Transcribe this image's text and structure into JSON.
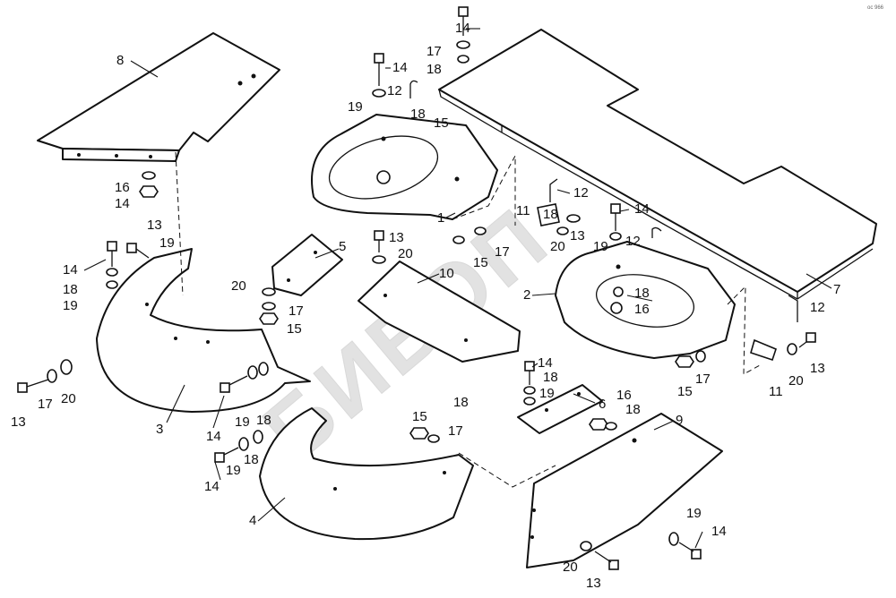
{
  "watermark": "БИВОП",
  "corner_mark": "ос 966",
  "callouts": [
    {
      "id": "c1",
      "text": "1"
    },
    {
      "id": "c2",
      "text": "2"
    },
    {
      "id": "c3",
      "text": "3"
    },
    {
      "id": "c4",
      "text": "4"
    },
    {
      "id": "c5",
      "text": "5"
    },
    {
      "id": "c6",
      "text": "6"
    },
    {
      "id": "c7",
      "text": "7"
    },
    {
      "id": "c8",
      "text": "8"
    },
    {
      "id": "c9",
      "text": "9"
    },
    {
      "id": "c10",
      "text": "10"
    },
    {
      "id": "c11a",
      "text": "11"
    },
    {
      "id": "c11b",
      "text": "11"
    },
    {
      "id": "c12a",
      "text": "12"
    },
    {
      "id": "c12b",
      "text": "12"
    },
    {
      "id": "c12c",
      "text": "12"
    },
    {
      "id": "c12d",
      "text": "12"
    },
    {
      "id": "c13a",
      "text": "13"
    },
    {
      "id": "c13b",
      "text": "13"
    },
    {
      "id": "c13c",
      "text": "13"
    },
    {
      "id": "c13d",
      "text": "13"
    },
    {
      "id": "c13e",
      "text": "13"
    },
    {
      "id": "c13f",
      "text": "13"
    },
    {
      "id": "c14a",
      "text": "14"
    },
    {
      "id": "c14b",
      "text": "14"
    },
    {
      "id": "c14c",
      "text": "14"
    },
    {
      "id": "c14d",
      "text": "14"
    },
    {
      "id": "c14e",
      "text": "14"
    },
    {
      "id": "c14f",
      "text": "14"
    },
    {
      "id": "c14g",
      "text": "14"
    },
    {
      "id": "c14h",
      "text": "14"
    },
    {
      "id": "c14i",
      "text": "14"
    },
    {
      "id": "c15a",
      "text": "15"
    },
    {
      "id": "c15b",
      "text": "15"
    },
    {
      "id": "c15c",
      "text": "15"
    },
    {
      "id": "c15d",
      "text": "15"
    },
    {
      "id": "c15e",
      "text": "15"
    },
    {
      "id": "c16a",
      "text": "16"
    },
    {
      "id": "c16b",
      "text": "16"
    },
    {
      "id": "c16c",
      "text": "16"
    },
    {
      "id": "c17a",
      "text": "17"
    },
    {
      "id": "c17b",
      "text": "17"
    },
    {
      "id": "c17c",
      "text": "17"
    },
    {
      "id": "c17d",
      "text": "17"
    },
    {
      "id": "c17e",
      "text": "17"
    },
    {
      "id": "c17f",
      "text": "17"
    },
    {
      "id": "c18a",
      "text": "18"
    },
    {
      "id": "c18b",
      "text": "18"
    },
    {
      "id": "c18c",
      "text": "18"
    },
    {
      "id": "c18d",
      "text": "18"
    },
    {
      "id": "c18e",
      "text": "18"
    },
    {
      "id": "c18f",
      "text": "18"
    },
    {
      "id": "c18g",
      "text": "18"
    },
    {
      "id": "c18h",
      "text": "18"
    },
    {
      "id": "c18i",
      "text": "18"
    },
    {
      "id": "c18j",
      "text": "18"
    },
    {
      "id": "c19a",
      "text": "19"
    },
    {
      "id": "c19b",
      "text": "19"
    },
    {
      "id": "c19c",
      "text": "19"
    },
    {
      "id": "c19d",
      "text": "19"
    },
    {
      "id": "c19e",
      "text": "19"
    },
    {
      "id": "c19f",
      "text": "19"
    },
    {
      "id": "c19g",
      "text": "19"
    },
    {
      "id": "c19h",
      "text": "19"
    },
    {
      "id": "c20a",
      "text": "20"
    },
    {
      "id": "c20b",
      "text": "20"
    },
    {
      "id": "c20c",
      "text": "20"
    },
    {
      "id": "c20d",
      "text": "20"
    },
    {
      "id": "c20e",
      "text": "20"
    },
    {
      "id": "c20f",
      "text": "20"
    }
  ]
}
